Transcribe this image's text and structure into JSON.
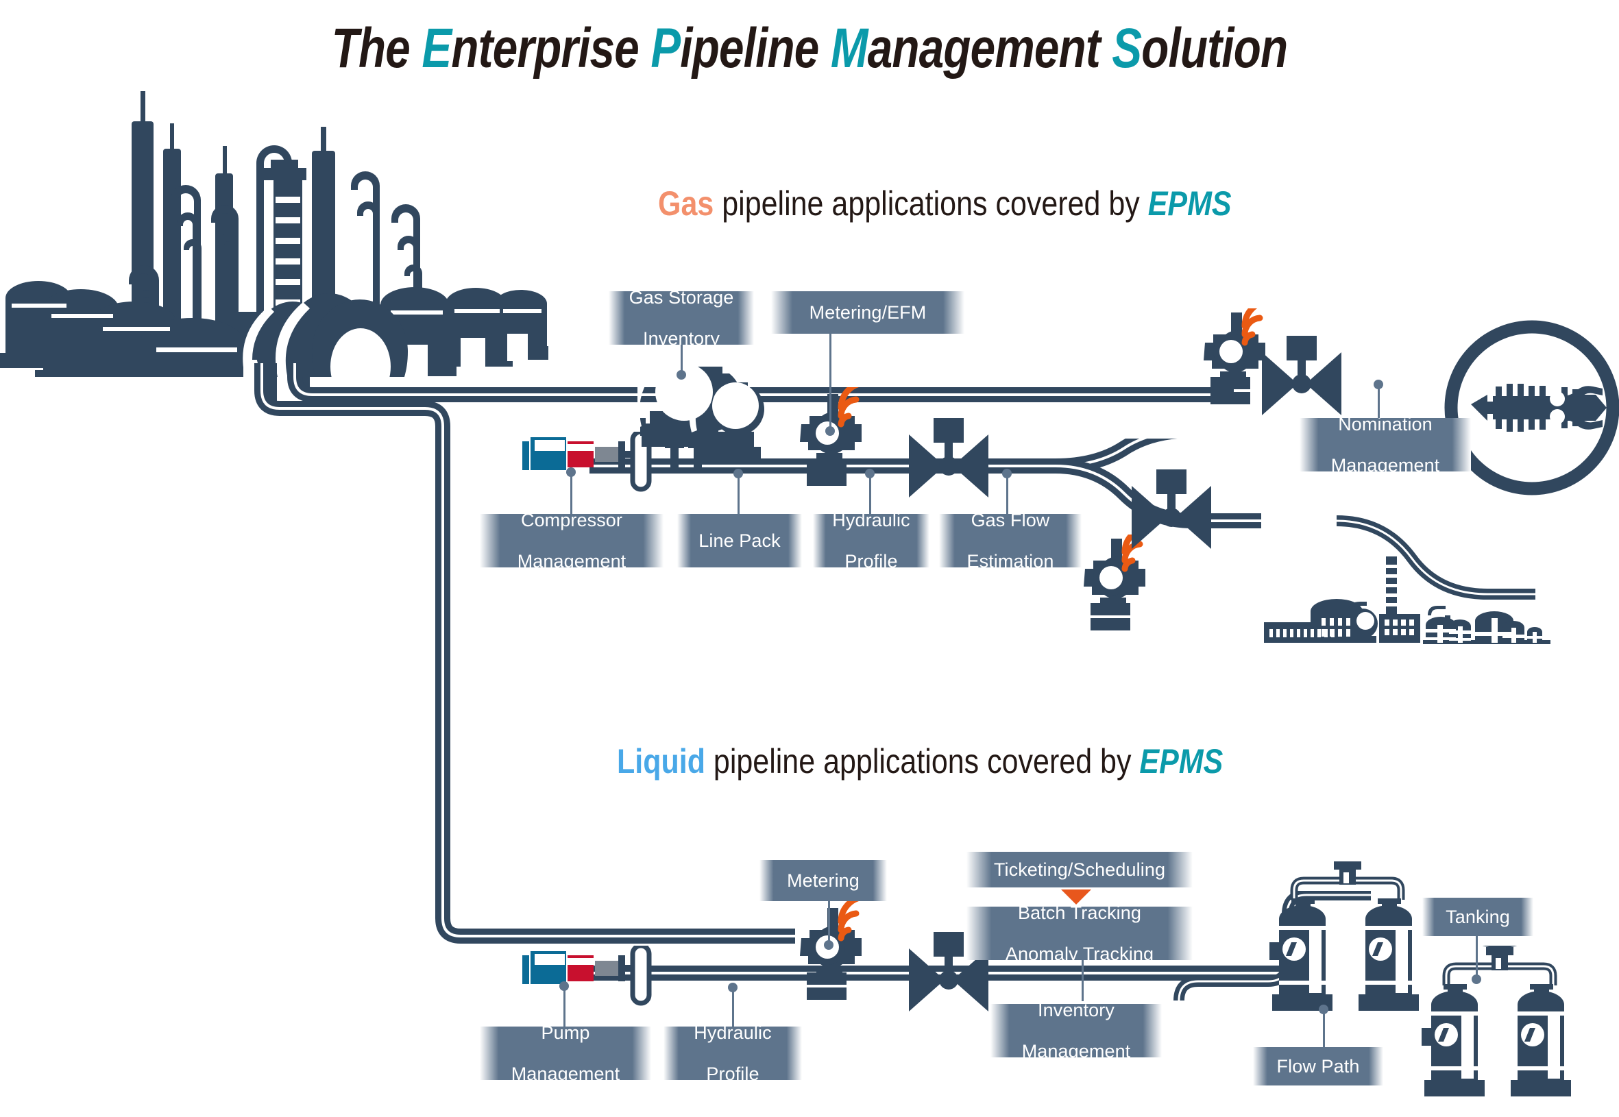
{
  "title": {
    "parts": [
      {
        "t": "The ",
        "cap": false
      },
      {
        "t": "E",
        "cap": true
      },
      {
        "t": "nterprise ",
        "cap": false
      },
      {
        "t": "P",
        "cap": true
      },
      {
        "t": "ipeline ",
        "cap": false
      },
      {
        "t": "M",
        "cap": true
      },
      {
        "t": "anagement ",
        "cap": false
      },
      {
        "t": "S",
        "cap": true
      },
      {
        "t": "olution",
        "cap": false
      }
    ],
    "full_text": "The Enterprise Pipeline Management Solution"
  },
  "sections": {
    "gas": {
      "lead": "Gas",
      "rest": " pipeline applications covered by ",
      "epms": "EPMS",
      "labels": {
        "gas_storage_inventory_l1": "Gas Storage",
        "gas_storage_inventory_l2": "Inventory",
        "metering_efm": "Metering/EFM",
        "compressor_management_l1": "Compressor",
        "compressor_management_l2": "Management",
        "line_pack": "Line Pack",
        "hydraulic_profile_l1": "Hydraulic",
        "hydraulic_profile_l2": "Profile",
        "gas_flow_estimation_l1": "Gas Flow",
        "gas_flow_estimation_l2": "Estimation",
        "nomination_management_l1": "Nomination",
        "nomination_management_l2": "Management"
      }
    },
    "liquid": {
      "lead": "Liquid",
      "rest": " pipeline applications covered by ",
      "epms": "EPMS",
      "labels": {
        "metering": "Metering",
        "ticketing_scheduling": "Ticketing/Scheduling",
        "batch_tracking_l1": "Batch Tracking",
        "batch_tracking_l2": "Anomaly Tracking",
        "pump_management_l1": "Pump",
        "pump_management_l2": "Management",
        "hydraulic_profile_l1": "Hydraulic",
        "hydraulic_profile_l2": "Profile",
        "inventory_management_l1": "Inventory",
        "inventory_management_l2": "Management",
        "flow_path": "Flow Path",
        "tanking": "Tanking"
      }
    }
  },
  "colors": {
    "teal": "#0b9aaa",
    "gas_accent": "#f3906c",
    "liquid_accent": "#49a8e8",
    "dark_navy": "#31475e",
    "chip_slate": "#5e748c",
    "orange_signal": "#ea5a13",
    "arrow_orange": "#e8571d",
    "pump_blue": "#0b6b96",
    "pump_red": "#c8102e",
    "pump_grey": "#7e8792",
    "background": "#ffffff",
    "title_black": "#231815"
  },
  "icons": {
    "refinery": "refinery-skyline-icon",
    "spherical_tanks": "spherical-gas-storage-icon",
    "flow_meter": "flow-meter-icon",
    "wireless_signal": "wireless-signal-icon",
    "gate_valve": "gate-valve-icon",
    "compressor": "compressor-unit-icon",
    "pump": "pump-unit-icon",
    "pig_inspection": "pipeline-pig-inspection-icon",
    "plant": "industrial-plant-icon",
    "tank_battery": "tank-battery-icon",
    "down_arrow": "arrow-down-icon"
  }
}
